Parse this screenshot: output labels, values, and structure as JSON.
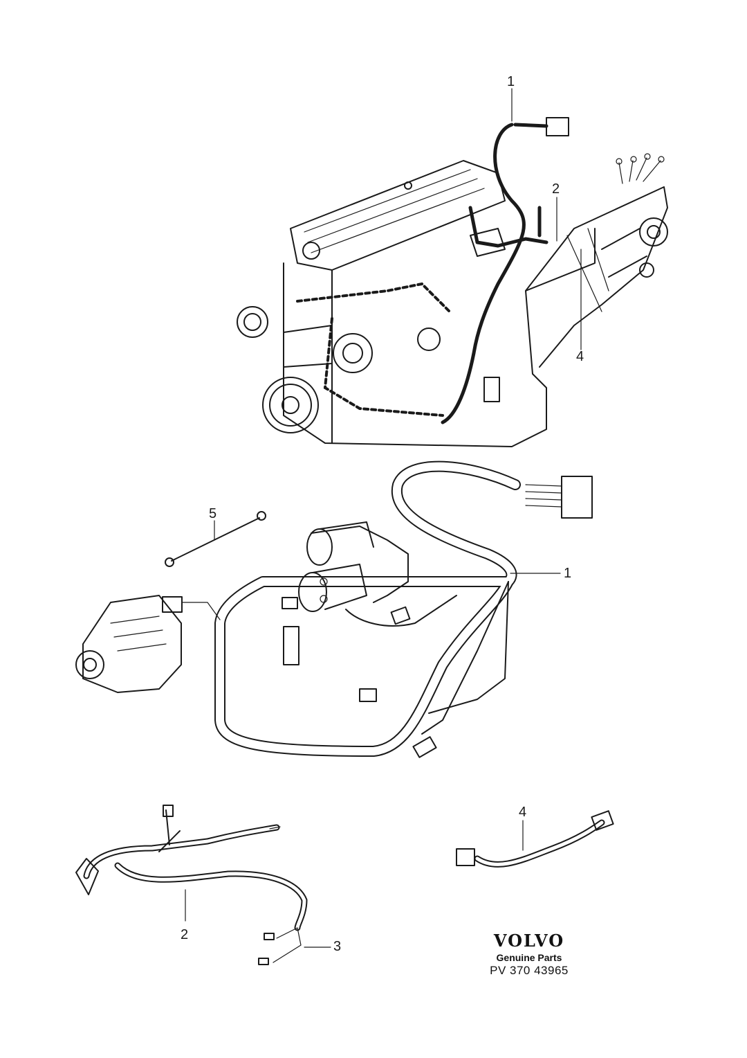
{
  "diagram": {
    "callouts": [
      {
        "id": "1",
        "text": "1"
      },
      {
        "id": "2",
        "text": "2"
      },
      {
        "id": "4",
        "text": "4"
      },
      {
        "id": "5",
        "text": "5"
      },
      {
        "id": "1b",
        "text": "1"
      },
      {
        "id": "2b",
        "text": "2"
      },
      {
        "id": "3",
        "text": "3"
      },
      {
        "id": "4b",
        "text": "4"
      }
    ]
  },
  "brand": {
    "logo": "VOLVO",
    "tagline": "Genuine Parts",
    "code": "PV 370 43965"
  },
  "icons": [
    "engine-illustration",
    "alternator-illustration",
    "starter-motor-illustration",
    "connector-plug",
    "sensor-switch"
  ]
}
